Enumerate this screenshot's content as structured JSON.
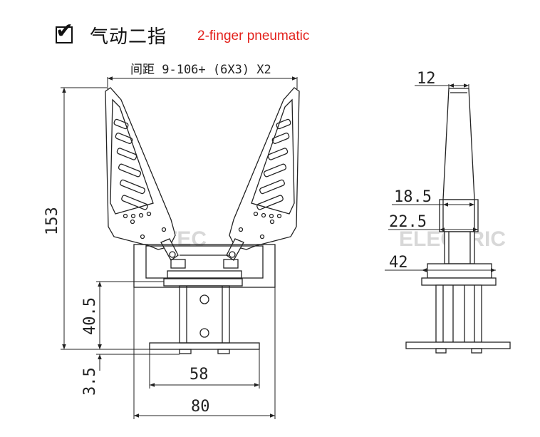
{
  "header": {
    "check_icon": "check-box-icon",
    "title_cn": "气动二指",
    "title_en": "2-finger pneumatic",
    "title_en_color": "#e3221c"
  },
  "front_view": {
    "spacing_label": "间距 9-106+ (6X3) X2",
    "height_total": "153",
    "height_base": "40.5",
    "plate_thickness": "3.5",
    "inner_width": "58",
    "outer_width": "80"
  },
  "side_view": {
    "tip_width": "12",
    "dim_a": "18.5",
    "dim_b": "22.5",
    "dim_c": "42"
  },
  "watermarks": {
    "left": "TEC",
    "right": "ELECTRIC"
  }
}
